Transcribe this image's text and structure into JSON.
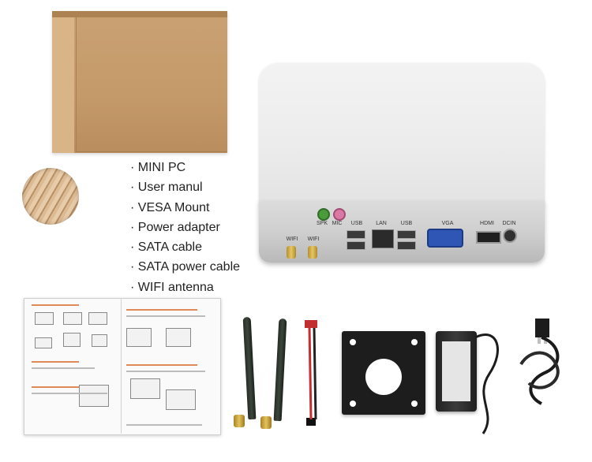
{
  "package_contents": {
    "items": [
      "· MINI PC",
      "· User manul",
      "· VESA Mount",
      "· Power adapter",
      "· SATA cable",
      "· SATA power cable",
      "· WIFI antenna"
    ]
  },
  "mini_pc_ports": {
    "labels": [
      "SPK",
      "MIC",
      "USB",
      "LAN",
      "USB",
      "VGA",
      "HDMI",
      "DCIN",
      "WIFI",
      "WIFI"
    ]
  }
}
